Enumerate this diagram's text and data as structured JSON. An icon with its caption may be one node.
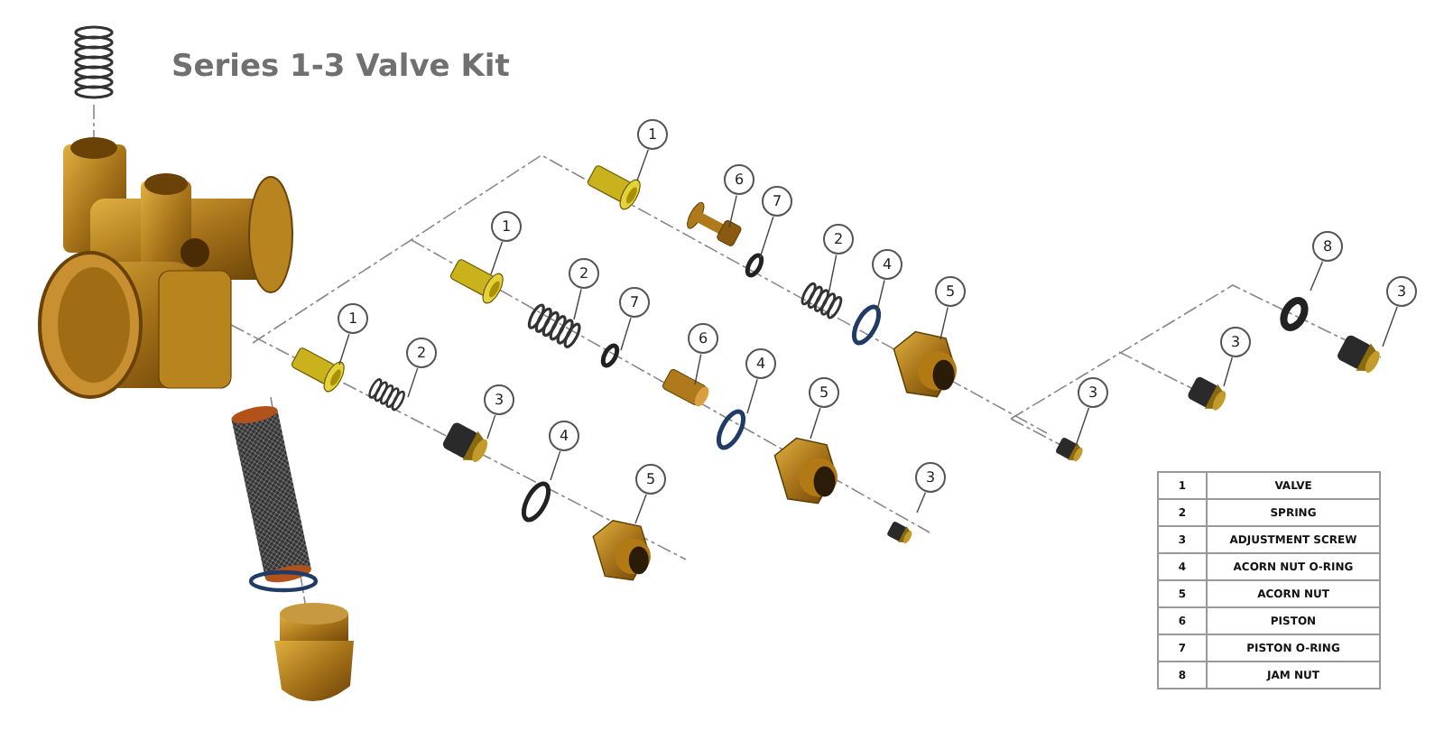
{
  "diagram": {
    "title": "Series 1-3 Valve Kit",
    "nodes": [
      {
        "text": [
          "1"
        ]
      },
      {
        "text": [
          "6"
        ]
      },
      {
        "text": [
          "7"
        ]
      },
      {
        "text": [
          "2"
        ]
      },
      {
        "text": [
          "4"
        ]
      },
      {
        "text": [
          "5"
        ]
      },
      {
        "text": [
          "1"
        ]
      },
      {
        "text": [
          "2"
        ]
      },
      {
        "text": [
          "7"
        ]
      },
      {
        "text": [
          "6"
        ]
      },
      {
        "text": [
          "4"
        ]
      },
      {
        "text": [
          "5"
        ]
      },
      {
        "text": [
          "3"
        ]
      },
      {
        "text": [
          "1"
        ]
      },
      {
        "text": [
          "2"
        ]
      },
      {
        "text": [
          "3"
        ]
      },
      {
        "text": [
          "4"
        ]
      },
      {
        "text": [
          "5"
        ]
      },
      {
        "text": [
          "3"
        ]
      },
      {
        "text": [
          "3"
        ]
      },
      {
        "text": [
          "8"
        ]
      },
      {
        "text": [
          "3"
        ]
      }
    ],
    "edges": [
      {
        "from": 0,
        "to": null,
        "arrow": "none"
      },
      {
        "from": 1,
        "to": null,
        "arrow": "none"
      },
      {
        "from": 2,
        "to": null,
        "arrow": "none"
      },
      {
        "from": 3,
        "to": null,
        "arrow": "none"
      },
      {
        "from": 4,
        "to": null,
        "arrow": "none"
      },
      {
        "from": 5,
        "to": null,
        "arrow": "none"
      },
      {
        "from": 6,
        "to": null,
        "arrow": "none"
      },
      {
        "from": 7,
        "to": null,
        "arrow": "none"
      },
      {
        "from": 8,
        "to": null,
        "arrow": "none"
      },
      {
        "from": 9,
        "to": null,
        "arrow": "none"
      },
      {
        "from": 10,
        "to": null,
        "arrow": "none"
      },
      {
        "from": 11,
        "to": null,
        "arrow": "none"
      },
      {
        "from": 12,
        "to": null,
        "arrow": "none"
      },
      {
        "from": 13,
        "to": null,
        "arrow": "none"
      },
      {
        "from": 14,
        "to": null,
        "arrow": "none"
      },
      {
        "from": 15,
        "to": null,
        "arrow": "none"
      },
      {
        "from": 16,
        "to": null,
        "arrow": "none"
      },
      {
        "from": 17,
        "to": null,
        "arrow": "none"
      },
      {
        "from": 18,
        "to": null,
        "arrow": "none"
      },
      {
        "from": 19,
        "to": null,
        "arrow": "none"
      },
      {
        "from": 20,
        "to": null,
        "arrow": "none"
      },
      {
        "from": 21,
        "to": null,
        "arrow": "none"
      }
    ],
    "labels": [
      "1",
      "VALVE",
      "2",
      "SPRING",
      "3",
      "ADJUSTMENT SCREW",
      "4",
      "ACORN NUT O-RING",
      "5",
      "ACORN NUT",
      "6",
      "PISTON",
      "7",
      "PISTON O-RING",
      "8",
      "JAM NUT"
    ]
  }
}
